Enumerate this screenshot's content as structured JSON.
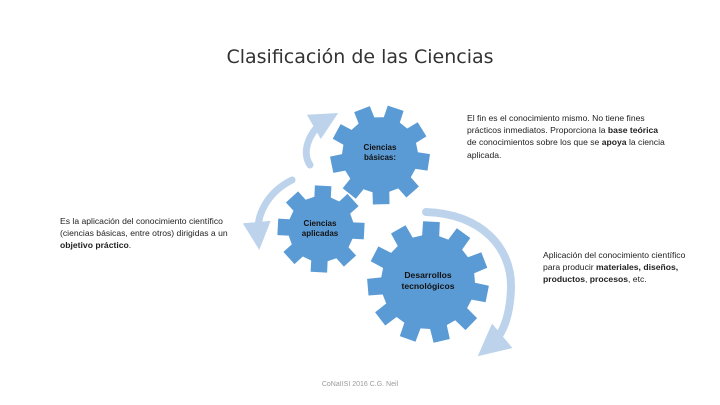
{
  "title": "Clasificación de las Ciencias",
  "gears": {
    "basicas": {
      "line1": "Ciencias",
      "line2": "básicas:"
    },
    "aplicadas": {
      "line1": "Ciencias",
      "line2": "aplicadas"
    },
    "desarrollos": {
      "line1": "Desarrollos",
      "line2": "tecnológicos"
    }
  },
  "descriptions": {
    "basicas": {
      "p1": "El fin es el conocimiento mismo. No tiene fines prácticos inmediatos. Proporciona la ",
      "b1": "base teórica",
      "p2": " de conocimientos sobre los que se ",
      "b2": "apoya",
      "p3": " la ciencia aplicada."
    },
    "aplicadas": {
      "p1": "Es la aplicación del conocimiento científico (ciencias básicas, entre otros) dirigidas a un ",
      "b1": "objetivo práctico",
      "p2": "."
    },
    "desarrollos": {
      "p1": "Aplicación del conocimiento científico para producir ",
      "b1": "materiales, diseños, productos",
      "p2": ", ",
      "b2": "procesos",
      "p3": ", etc."
    }
  },
  "footer": "CoNaIISI 2016  C.G. Neil",
  "colors": {
    "gear": "#5b9bd5",
    "arrow": "#bdd3ec",
    "text": "#222222"
  },
  "icons": [
    "gear-icon",
    "curved-arrow-icon"
  ]
}
